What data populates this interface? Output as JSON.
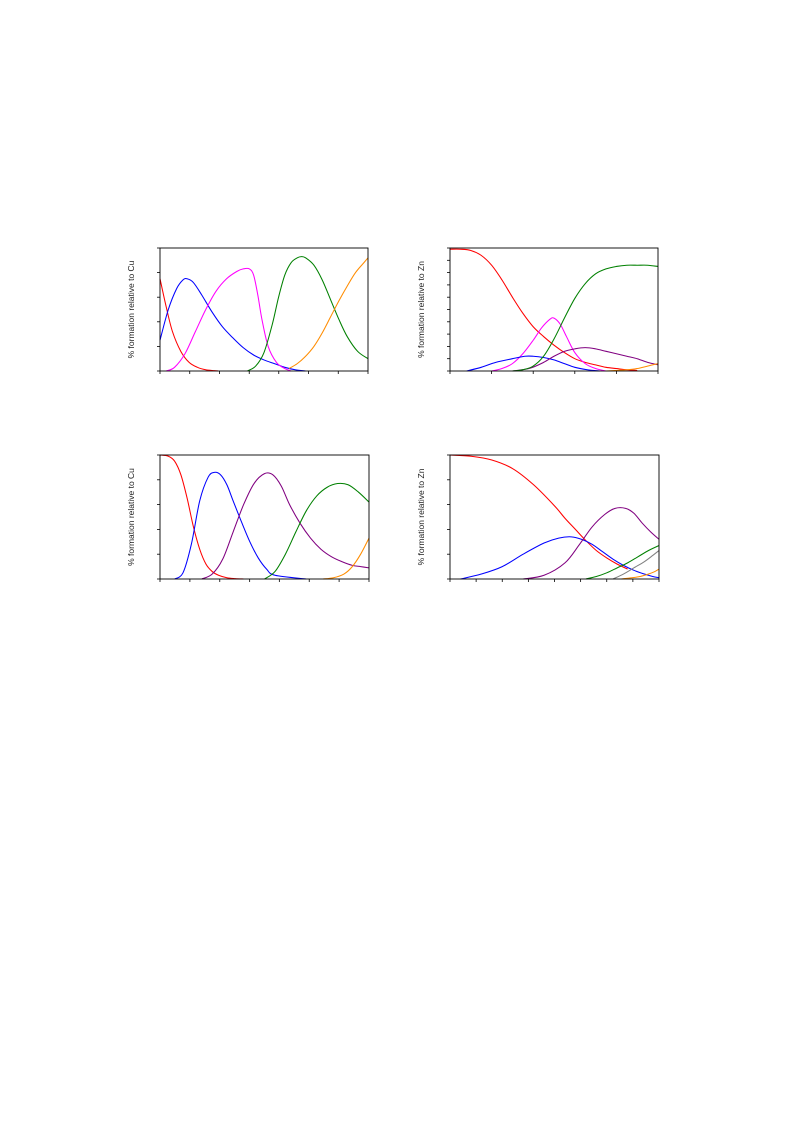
{
  "chart_data": [
    {
      "type": "line",
      "ylabel": "% formation relative to Cu",
      "xlim": [
        0,
        1
      ],
      "ylim": [
        0,
        100
      ],
      "x_ticks": [
        0,
        0.143,
        0.286,
        0.429,
        0.571,
        0.714,
        0.857,
        1.0
      ],
      "y_ticks": [
        0,
        20,
        40,
        60,
        80,
        100
      ],
      "series": [
        {
          "color": "#ff0000",
          "x": [
            0,
            0.03,
            0.06,
            0.1,
            0.14,
            0.18,
            0.22,
            0.26,
            0.28
          ],
          "values": [
            75,
            52,
            32,
            16,
            7,
            3,
            1,
            0.3,
            0
          ]
        },
        {
          "color": "#0000ff",
          "x": [
            0,
            0.04,
            0.08,
            0.11,
            0.13,
            0.16,
            0.2,
            0.25,
            0.3,
            0.35,
            0.4,
            0.45,
            0.5,
            0.55,
            0.6,
            0.65,
            0.7
          ],
          "values": [
            25,
            50,
            67,
            74,
            75,
            72,
            62,
            48,
            36,
            27,
            19,
            13,
            9,
            6,
            3,
            1,
            0
          ]
        },
        {
          "color": "#ff00ff",
          "x": [
            0.03,
            0.07,
            0.12,
            0.17,
            0.22,
            0.27,
            0.32,
            0.37,
            0.4,
            0.43,
            0.45,
            0.47,
            0.49,
            0.52,
            0.56,
            0.6,
            0.63
          ],
          "values": [
            0,
            3,
            14,
            32,
            50,
            65,
            75,
            81,
            83,
            83,
            78,
            62,
            42,
            20,
            7,
            2,
            0
          ]
        },
        {
          "color": "#008000",
          "x": [
            0.42,
            0.46,
            0.5,
            0.54,
            0.57,
            0.6,
            0.63,
            0.66,
            0.68,
            0.7,
            0.74,
            0.78,
            0.82,
            0.86,
            0.9,
            0.95,
            1.0
          ],
          "values": [
            0,
            4,
            15,
            38,
            60,
            78,
            88,
            92,
            93,
            92,
            86,
            74,
            58,
            42,
            28,
            16,
            10
          ]
        },
        {
          "color": "#ff8c00",
          "x": [
            0.62,
            0.66,
            0.7,
            0.74,
            0.78,
            0.82,
            0.86,
            0.9,
            0.94,
            0.98,
            1.0
          ],
          "values": [
            2,
            6,
            12,
            20,
            31,
            44,
            57,
            69,
            80,
            88,
            92
          ]
        }
      ]
    },
    {
      "type": "line",
      "ylabel": "% formation relative to Zn",
      "xlim": [
        0,
        1
      ],
      "ylim": [
        0,
        100
      ],
      "x_ticks": [
        0,
        0.2,
        0.4,
        0.6,
        0.8,
        1.0
      ],
      "y_ticks": [
        0,
        10,
        20,
        30,
        40,
        50,
        60,
        70,
        80,
        90,
        100
      ],
      "series": [
        {
          "color": "#ff0000",
          "x": [
            0,
            0.05,
            0.1,
            0.15,
            0.2,
            0.25,
            0.3,
            0.35,
            0.4,
            0.45,
            0.5,
            0.55,
            0.6,
            0.65,
            0.7,
            0.75,
            0.8,
            0.85,
            0.9
          ],
          "values": [
            99,
            99,
            98,
            94,
            86,
            74,
            60,
            47,
            36,
            28,
            21,
            15,
            10,
            7,
            5,
            3,
            2,
            1,
            0.5
          ]
        },
        {
          "color": "#ff00ff",
          "x": [
            0.2,
            0.25,
            0.3,
            0.35,
            0.4,
            0.44,
            0.48,
            0.5,
            0.53,
            0.56,
            0.6,
            0.65,
            0.7,
            0.75
          ],
          "values": [
            0,
            2,
            6,
            14,
            25,
            35,
            42,
            43,
            38,
            28,
            15,
            6,
            2,
            0
          ]
        },
        {
          "color": "#0000ff",
          "x": [
            0.08,
            0.15,
            0.22,
            0.3,
            0.36,
            0.4,
            0.45,
            0.5,
            0.55,
            0.6,
            0.66,
            0.72
          ],
          "values": [
            0,
            3,
            7,
            10,
            12,
            12,
            11,
            9,
            6,
            3,
            1,
            0
          ]
        },
        {
          "color": "#800080",
          "x": [
            0.3,
            0.38,
            0.45,
            0.5,
            0.55,
            0.6,
            0.65,
            0.7,
            0.75,
            0.8,
            0.85,
            0.9,
            0.95,
            1.0
          ],
          "values": [
            0,
            2,
            7,
            12,
            16,
            18,
            19,
            18,
            16,
            14,
            12,
            10,
            7,
            5
          ]
        },
        {
          "color": "#008000",
          "x": [
            0.3,
            0.35,
            0.4,
            0.45,
            0.5,
            0.55,
            0.6,
            0.65,
            0.7,
            0.75,
            0.8,
            0.85,
            0.9,
            0.95,
            1.0
          ],
          "values": [
            0,
            1,
            4,
            12,
            26,
            43,
            59,
            71,
            79,
            83,
            85,
            86,
            86,
            86,
            85
          ]
        },
        {
          "color": "#ff8c00",
          "x": [
            0.75,
            0.8,
            0.85,
            0.9,
            0.95,
            1.0
          ],
          "values": [
            0,
            0.5,
            1,
            2,
            4,
            6
          ]
        }
      ]
    },
    {
      "type": "line",
      "ylabel": "% formation relative to Cu",
      "xlim": [
        0,
        1
      ],
      "ylim": [
        0,
        100
      ],
      "x_ticks": [
        0,
        0.143,
        0.286,
        0.429,
        0.571,
        0.714,
        0.857,
        1.0
      ],
      "y_ticks": [
        0,
        20,
        40,
        60,
        80,
        100
      ],
      "series": [
        {
          "color": "#ff0000",
          "x": [
            0,
            0.04,
            0.07,
            0.1,
            0.13,
            0.16,
            0.19,
            0.22,
            0.25,
            0.28,
            0.32,
            0.36,
            0.4
          ],
          "values": [
            100,
            99,
            95,
            84,
            65,
            42,
            24,
            12,
            6,
            3,
            1,
            0.3,
            0
          ]
        },
        {
          "color": "#0000ff",
          "x": [
            0.07,
            0.11,
            0.15,
            0.19,
            0.23,
            0.26,
            0.29,
            0.32,
            0.35,
            0.39,
            0.43,
            0.47,
            0.51,
            0.55,
            0.7
          ],
          "values": [
            0,
            5,
            28,
            63,
            82,
            86,
            84,
            76,
            63,
            46,
            30,
            17,
            8,
            3,
            0
          ]
        },
        {
          "color": "#800080",
          "x": [
            0.2,
            0.25,
            0.3,
            0.35,
            0.4,
            0.45,
            0.5,
            0.54,
            0.58,
            0.62,
            0.67,
            0.72,
            0.77,
            0.82,
            0.87,
            0.92,
            0.96,
            1.0
          ],
          "values": [
            0,
            4,
            16,
            38,
            60,
            77,
            85,
            84,
            75,
            60,
            45,
            33,
            24,
            18,
            14,
            11,
            10,
            9
          ]
        },
        {
          "color": "#008000",
          "x": [
            0.5,
            0.55,
            0.6,
            0.65,
            0.7,
            0.75,
            0.8,
            0.85,
            0.9,
            0.95,
            1.0
          ],
          "values": [
            0,
            6,
            20,
            38,
            55,
            67,
            74,
            77,
            76,
            70,
            62
          ]
        },
        {
          "color": "#ff8c00",
          "x": [
            0.78,
            0.83,
            0.88,
            0.92,
            0.96,
            1.0
          ],
          "values": [
            0,
            1,
            4,
            10,
            20,
            33
          ]
        }
      ]
    },
    {
      "type": "line",
      "ylabel": "% formation relative to Zn",
      "xlim": [
        0,
        1
      ],
      "ylim": [
        0,
        100
      ],
      "x_ticks": [
        0,
        0.125,
        0.25,
        0.375,
        0.5,
        0.625,
        0.75,
        0.875,
        1.0
      ],
      "y_ticks": [
        0,
        20,
        40,
        60,
        80,
        100
      ],
      "series": [
        {
          "color": "#ff0000",
          "x": [
            0,
            0.1,
            0.2,
            0.3,
            0.4,
            0.5,
            0.55,
            0.6,
            0.65,
            0.7,
            0.75,
            0.8,
            0.85
          ],
          "values": [
            100,
            99,
            96,
            89,
            76,
            59,
            49,
            40,
            31,
            23,
            17,
            12,
            8
          ]
        },
        {
          "color": "#0000ff",
          "x": [
            0.05,
            0.15,
            0.25,
            0.35,
            0.45,
            0.52,
            0.58,
            0.63,
            0.68,
            0.73,
            0.78,
            0.83,
            0.88,
            0.93,
            0.97,
            1.0
          ],
          "values": [
            0,
            4,
            10,
            20,
            29,
            33,
            34,
            32,
            28,
            22,
            16,
            11,
            7,
            4,
            2,
            1
          ]
        },
        {
          "color": "#800080",
          "x": [
            0.35,
            0.45,
            0.55,
            0.62,
            0.68,
            0.74,
            0.79,
            0.84,
            0.88,
            0.92,
            0.96,
            1.0
          ],
          "values": [
            0,
            3,
            13,
            28,
            42,
            52,
            57,
            57,
            53,
            45,
            38,
            32
          ]
        },
        {
          "color": "#008000",
          "x": [
            0.65,
            0.7,
            0.75,
            0.8,
            0.85,
            0.9,
            0.95,
            1.0
          ],
          "values": [
            0,
            2,
            5,
            9,
            13,
            18,
            23,
            27
          ]
        },
        {
          "color": "#808080",
          "x": [
            0.78,
            0.83,
            0.88,
            0.93,
            0.97,
            1.0
          ],
          "values": [
            0,
            4,
            9,
            14,
            19,
            23
          ]
        },
        {
          "color": "#ff8c00",
          "x": [
            0.82,
            0.87,
            0.91,
            0.95,
            0.98,
            1.0
          ],
          "values": [
            0,
            1,
            2,
            4,
            6,
            8
          ]
        }
      ]
    }
  ]
}
